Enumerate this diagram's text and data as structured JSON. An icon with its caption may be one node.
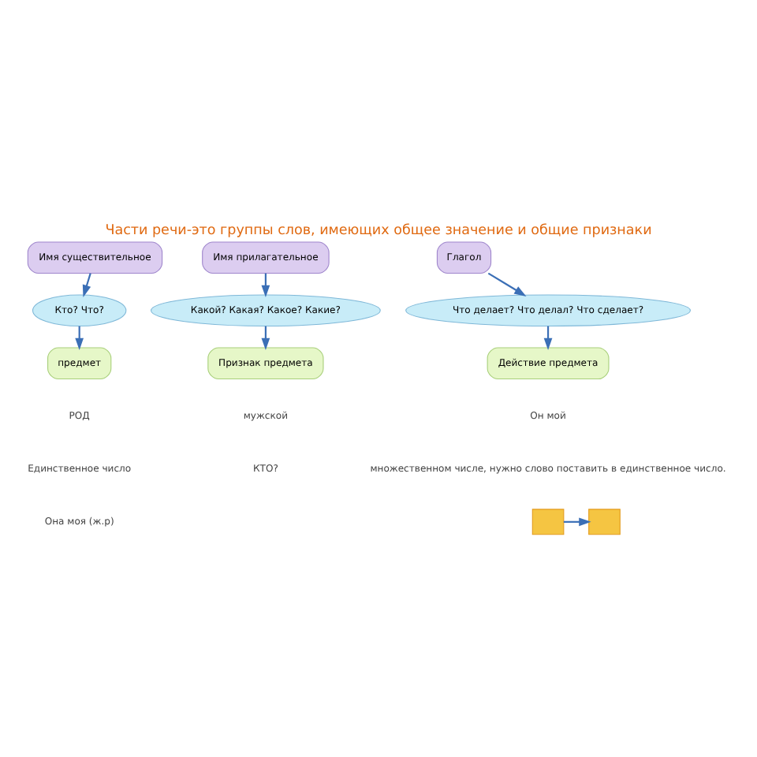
{
  "diagram": {
    "title": "Части речи-это группы слов, имеющих общее значение и общие признаки",
    "nodes": [
      {
        "text": [
          "Имя существительное"
        ]
      },
      {
        "text": [
          "Имя прилагательное"
        ]
      },
      {
        "text": [
          "Глагол"
        ]
      },
      {
        "text": [
          "Кто? Что?"
        ]
      },
      {
        "text": [
          "Какой? Какая? Какое? Какие?"
        ]
      },
      {
        "text": [
          "Что делает? Что делал? Что сделает?"
        ]
      },
      {
        "text": [
          "предмет"
        ]
      },
      {
        "text": [
          "Признак предмета"
        ]
      },
      {
        "text": [
          "Действие предмета"
        ]
      },
      {
        "text": [],
        "shape": "box"
      },
      {
        "text": [],
        "shape": "box"
      }
    ],
    "edges": [
      {
        "from": 0,
        "to": 3,
        "arrow": "to"
      },
      {
        "from": 1,
        "to": 4,
        "arrow": "to"
      },
      {
        "from": 2,
        "to": 5,
        "arrow": "to"
      },
      {
        "from": 3,
        "to": 6,
        "arrow": "to"
      },
      {
        "from": 4,
        "to": 7,
        "arrow": "to"
      },
      {
        "from": 5,
        "to": 8,
        "arrow": "to"
      },
      {
        "from": 9,
        "to": 10,
        "arrow": "to"
      }
    ],
    "labels": [
      "РОД",
      "мужской",
      "Он мой",
      "Единственное число",
      "КТО?",
      "множественном числе, нужно слово поставить в единственное число.",
      "Она моя (ж.р)"
    ]
  }
}
